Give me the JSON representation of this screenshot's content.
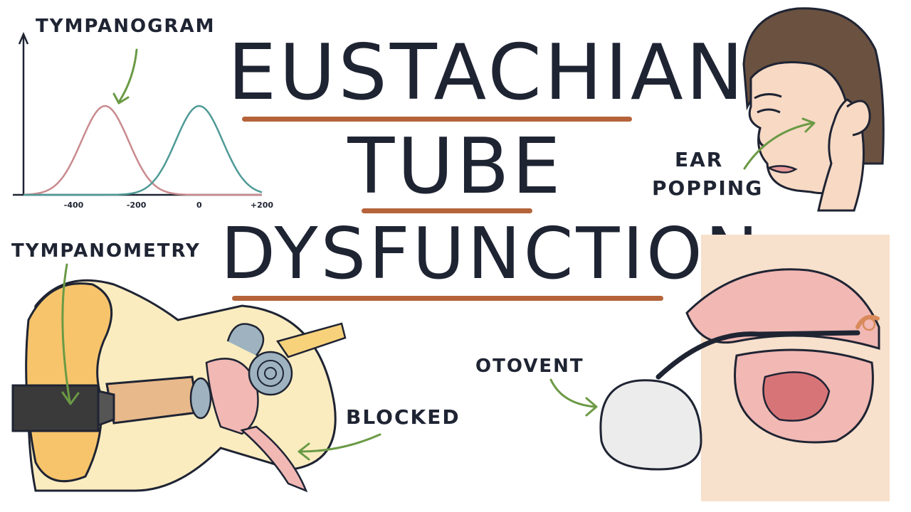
{
  "title": {
    "line1": "EUSTACHIAN",
    "line2": "TUBE",
    "line3": "DYSFUNCTION"
  },
  "labels": {
    "tympanogram": "TYMPANOGRAM",
    "tympanometry": "TYMPANOMETRY",
    "ear_popping_1": "EAR",
    "ear_popping_2": "POPPING",
    "blocked": "BLOCKED",
    "otovent": "OTOVENT"
  },
  "chart_data": {
    "type": "line",
    "x_ticks": [
      "-400",
      "-200",
      "0",
      "+200"
    ],
    "series": [
      {
        "color": "#c98a8e",
        "peak_x": -300
      },
      {
        "color": "#4e9a96",
        "peak_x": 0
      }
    ]
  },
  "colors": {
    "ink": "#1f2433",
    "underline": "#b5633a",
    "arrow": "#6b9a45",
    "skin": "#f7d9c4",
    "hair": "#6b5140",
    "ear_yellow": "#f7c46b",
    "pink_tissue": "#f1b8b4",
    "bulb": "#ececec",
    "inner_ear_blue": "#9eb3bf"
  }
}
